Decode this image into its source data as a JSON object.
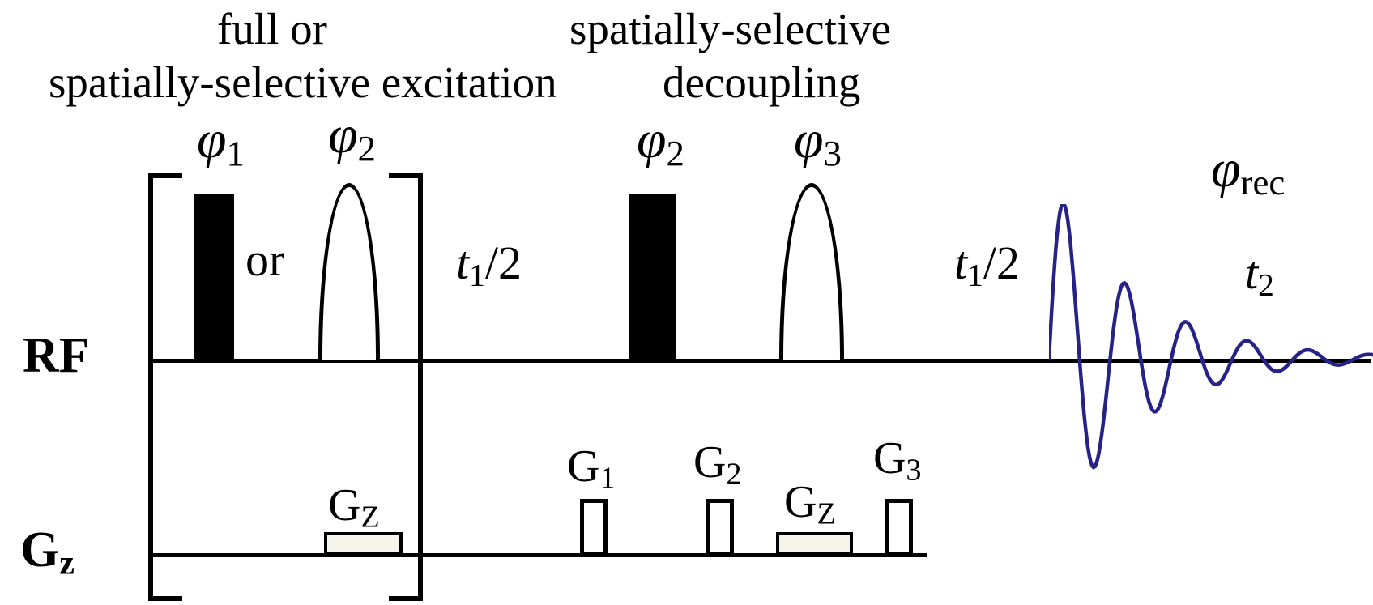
{
  "colors": {
    "ink": "#000000",
    "fid": "#262288",
    "gz_fill": "#f6f5eb"
  },
  "annotations": {
    "excitation": {
      "line1": "full or",
      "line2": "spatially-selective excitation"
    },
    "decoupling": {
      "line1": "spatially-selective",
      "line2": "decoupling"
    },
    "or_label": "or"
  },
  "rf": {
    "axis_label": "RF",
    "pulse_labels": [
      {
        "base": "φ",
        "sub": "1"
      },
      {
        "base": "φ",
        "sub": "2"
      },
      {
        "base": "φ",
        "sub": "2"
      },
      {
        "base": "φ",
        "sub": "3"
      },
      {
        "base": "φ",
        "sub": "rec"
      }
    ],
    "delay_labels": [
      {
        "base": "t",
        "sub": "1",
        "rest": "/2"
      },
      {
        "base": "t",
        "sub": "1",
        "rest": "/2"
      },
      {
        "base": "t",
        "sub": "2",
        "rest": ""
      }
    ]
  },
  "gz": {
    "axis_label_base": "G",
    "axis_label_sub": "z",
    "gradient_labels": [
      {
        "base": "G",
        "sub": "Z"
      },
      {
        "base": "G",
        "sub": "1"
      },
      {
        "base": "G",
        "sub": "2"
      },
      {
        "base": "G",
        "sub": "Z"
      },
      {
        "base": "G",
        "sub": "3"
      }
    ]
  }
}
